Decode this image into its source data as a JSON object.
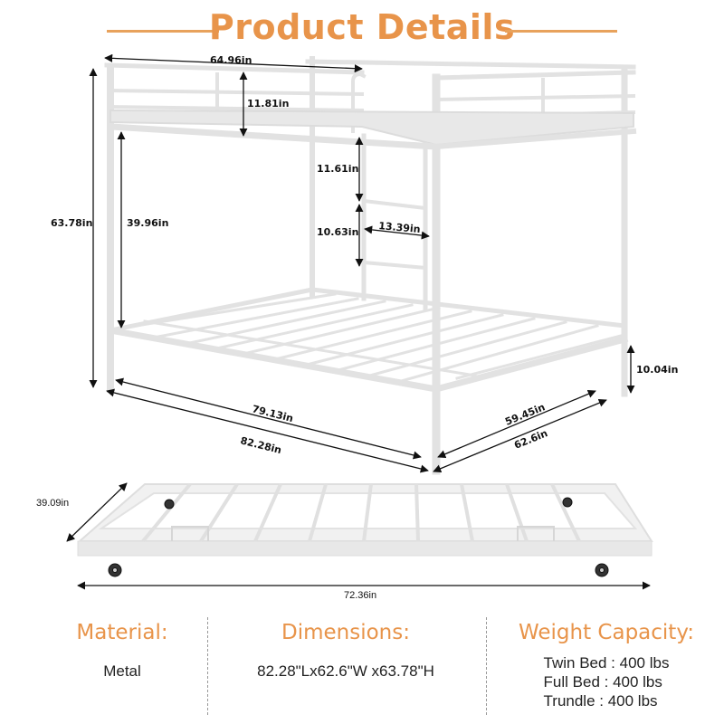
{
  "title": "Product Details",
  "colors": {
    "accent": "#e8944a",
    "frame": "#e3e3e3",
    "text": "#222222"
  },
  "bunk_bed": {
    "dimensions": {
      "top_width": "64.96in",
      "guardrail_height": "11.81in",
      "total_height": "63.78in",
      "clearance_height": "39.96in",
      "ladder_upper_step": "11.61in",
      "ladder_step_spacing": "10.63in",
      "ladder_width": "13.39in",
      "leg_height": "10.04in",
      "inner_length": "79.13in",
      "outer_length": "82.28in",
      "inner_width": "59.45in",
      "outer_width": "62.6in"
    }
  },
  "trundle": {
    "dimensions": {
      "width": "39.09in",
      "length": "72.36in"
    }
  },
  "specs": {
    "material": {
      "label": "Material:",
      "value": "Metal"
    },
    "dimensions": {
      "label": "Dimensions:",
      "value": "82.28\"Lx62.6\"W x63.78\"H"
    },
    "weight_capacity": {
      "label": "Weight Capacity:",
      "lines": [
        "Twin Bed : 400 lbs",
        "Full Bed : 400 lbs",
        "Trundle : 400 lbs"
      ]
    }
  }
}
